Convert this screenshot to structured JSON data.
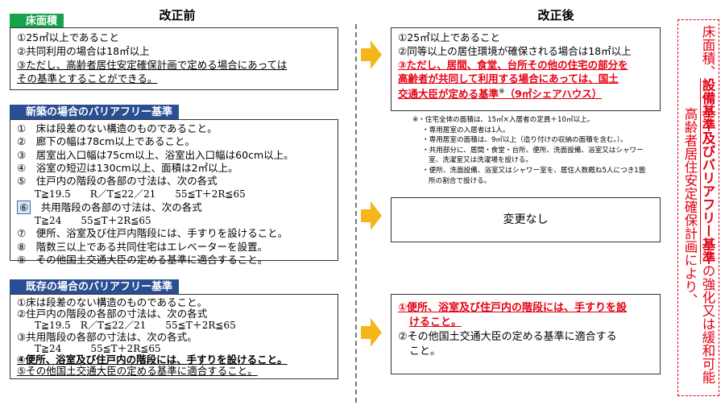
{
  "headers": {
    "before": "改正前",
    "after": "改正後"
  },
  "sections": {
    "floor": {
      "label": "床面積",
      "before": [
        "①25㎡以上であること",
        "②共同利用の場合は18㎡以上",
        "③ただし、高齢者居住安定確保計画で定める場合にあっては",
        "その基準とすることができる。"
      ],
      "after": {
        "line1": "①25㎡以上であること",
        "line2": "②同等以上の居住環境が確保される場合は18㎡以上",
        "line3": "③ただし、居間、食堂、台所その他の住宅の部分を",
        "line4": "高齢者が共同して利用する場合にあっては、国土",
        "line5": "交通大臣が定める基準",
        "line5_note": "※",
        "line5_tail": "（9㎡シェアハウス）"
      }
    },
    "new": {
      "label": "新築の場合のバリアフリー基準",
      "items": [
        "①　床は段差のない構造のものであること。",
        "②　廊下の幅は78cm以上であること。",
        "③　居室出入口幅は75cm以上、浴室出入口幅は60cm以上。",
        "④　浴室の短辺は130cm以上、面積は2㎡以上。",
        "⑤　住戸内の階段の各部の寸法は、次の各式"
      ],
      "formula1": "T≧19.5　　R／T≦22／21　　55≦T＋2R≦65",
      "item6_num": "⑥",
      "item6_text": "　共用階段の各部の寸法は、次の各式",
      "formula2": "T≧24　　55≦T＋2R≦65",
      "items2": [
        "⑦　便所、浴室及び住戸内階段には、手すりを設けること。",
        "⑧　階数三以上である共同住宅はエレベーターを設置。",
        "⑨　その他国土交通大臣の定める基準に適合すること。"
      ],
      "after": "変更なし"
    },
    "existing": {
      "label": "既存の場合のバリアフリー基準",
      "line1": "①床は段差のない構造のものであること。",
      "line2": "②住戸内の階段の各部の寸法は、次の各式",
      "formula1": "T≧19.5　R／T≦22／21　　55≦T＋2R≦65",
      "line3": "③共用階段の各部の寸法は、次の各式。",
      "formula2": "T≧24　　　55≦T＋2R≦65",
      "line4": "④便所、浴室及び住戸内の階段には、手すりを設けること。",
      "line5": "⑤その他国土交通大臣の定める基準に適合すること。",
      "after": {
        "line1": "①便所、浴室及び住戸内の階段には、手すりを設",
        "line2": "けること。",
        "line3": "②その他国土交通大臣の定める基準に適合する",
        "line4": "こと。"
      }
    }
  },
  "notes": [
    "※・住宅全体の面積は、15㎡×入居者の定員＋10㎡以上。",
    "・専用居室の入居者は1人。",
    "・専用居室の面積は、9㎡以上（造り付けの収納の面積を含む。）。",
    "・共用部分に、居間・食堂・台所、便所、洗面設備、浴室又はシャワー",
    "室、洗濯室又は洗濯場を設ける。",
    "・便所、洗面設備、浴室又はシャワー室を、居住人数概ね5人につき1箇",
    "所の割合で設ける。"
  ],
  "side_note": {
    "col1_a": "床面積、",
    "col1_b": "設備基準及びバリアフリー基準",
    "col1_c": "の強化又は緩和可能",
    "col2": "高齢者居住安定確保計画により、"
  },
  "colors": {
    "green_tab": "#17a34a",
    "blue_tab": "#2a4e93",
    "red": "#e50012",
    "arrow": "#f5b61a"
  }
}
